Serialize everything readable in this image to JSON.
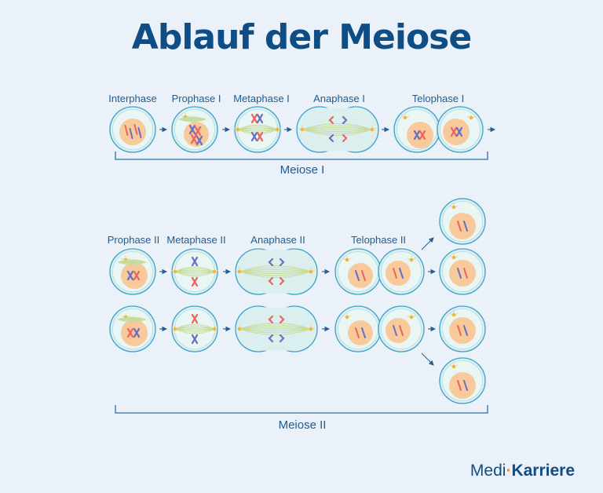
{
  "title": "Ablauf der Meiose",
  "meiosis1": {
    "group_label": "Meiose I",
    "phases": [
      "Interphase",
      "Prophase I",
      "Metaphase I",
      "Anaphase I",
      "Telophase I"
    ]
  },
  "meiosis2": {
    "group_label": "Meiose II",
    "phases": [
      "Prophase II",
      "Metaphase II",
      "Anaphase II",
      "Telophase II"
    ]
  },
  "logo": {
    "part1": "Medi",
    "separator": "·",
    "part2": "Karriere"
  },
  "colors": {
    "background": "#eaf1f9",
    "title": "#0f4d86",
    "label": "#1f5c90",
    "cell_fill": "#dcefef",
    "cell_stroke": "#3da1c9",
    "nucleus": "#f8c99a",
    "chromosome_red": "#e8665f",
    "chromosome_blue": "#6a6fc4",
    "spindle": "#c6dc9c",
    "centrosome": "#f2b63a",
    "logo_accent": "#f08a2c"
  }
}
